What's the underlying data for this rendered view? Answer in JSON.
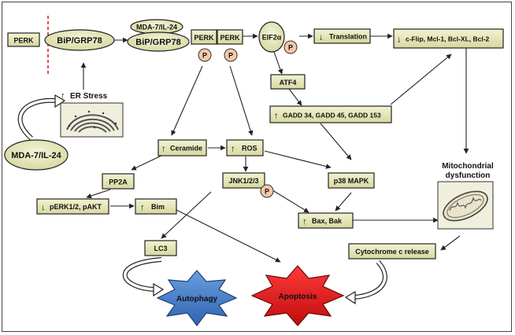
{
  "nodes": {
    "perk_left": "PERK",
    "bip_left": "BiP/GRP78",
    "mda_bip": "MDA-7/IL-24",
    "bip_right": "BiP/GRP78",
    "perk_a": "PERK",
    "perk_b": "PERK",
    "p_label": "P",
    "eif2a": "EIF2α",
    "translation": "Translation",
    "cflip": "c-Flip, Mcl-1, Bcl-XL, Bcl-2",
    "er_stress": "ER Stress",
    "atf4": "ATF4",
    "gadd": "GADD 34, GADD 45, GADD 153",
    "mda_main": "MDA-7/IL-24",
    "ceramide": "Ceramide",
    "ros": "ROS",
    "pp2a": "PP2A",
    "jnk": "JNK1/2/3",
    "p38": "p38 MAPK",
    "mito_dysfunction_line1": "Mitochondrial",
    "mito_dysfunction_line2": "dysfunction",
    "perk_akt": "pERK1/2, pAKT",
    "bim": "Bim",
    "bax": "Bax, Bak",
    "lc3": "LC3",
    "cytc": "Cytochrome c release",
    "autophagy": "Autophagy",
    "apoptosis": "Apoptosis"
  },
  "arrows": {
    "up": "↑",
    "down": "↓"
  },
  "colors": {
    "box_fill": "#e8e9b9",
    "phospho": "#f6c8a8",
    "autophagy": "#4a7fc8",
    "apoptosis": "#e11919",
    "membrane_line": "#e02020"
  }
}
